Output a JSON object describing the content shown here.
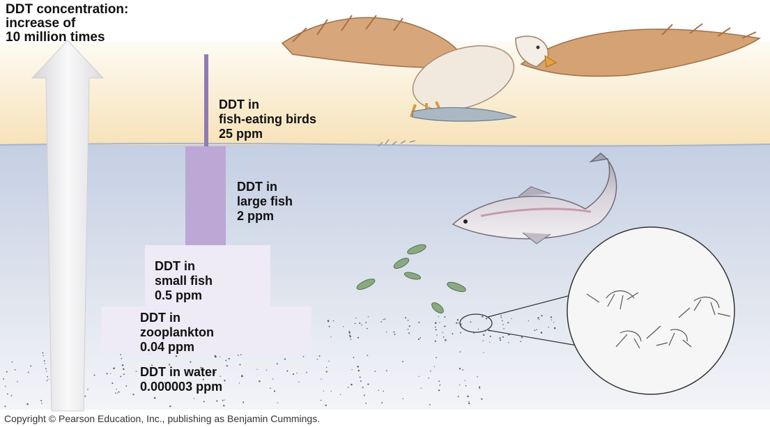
{
  "headline": "DDT concentration:\nincrease of\n10 million times",
  "levels": [
    {
      "label": "DDT in\nfish-eating birds\n25 ppm",
      "ppm": 25
    },
    {
      "label": "DDT in\nlarge fish\n2 ppm",
      "ppm": 2
    },
    {
      "label": "DDT in\nsmall fish\n0.5 ppm",
      "ppm": 0.5
    },
    {
      "label": "DDT in\nzooplankton\n0.04 ppm",
      "ppm": 0.04
    },
    {
      "label": "DDT in water\n0.000003 ppm",
      "ppm": 3e-06
    }
  ],
  "copyright": "Copyright © Pearson Education, Inc., publishing as Benjamin Cummings.",
  "colors": {
    "sky_top": "#fdfbf3",
    "sky_bottom": "#f7e2b8",
    "water_top": "#c4cfe3",
    "water_bottom": "#f3f4f8",
    "bar": "#bca7d5",
    "box": "#eeeaf6",
    "arrow": "#e9e9eb"
  },
  "icons": [
    "bird-icon",
    "large-fish-icon",
    "small-fish-icon",
    "zooplankton-icon"
  ]
}
